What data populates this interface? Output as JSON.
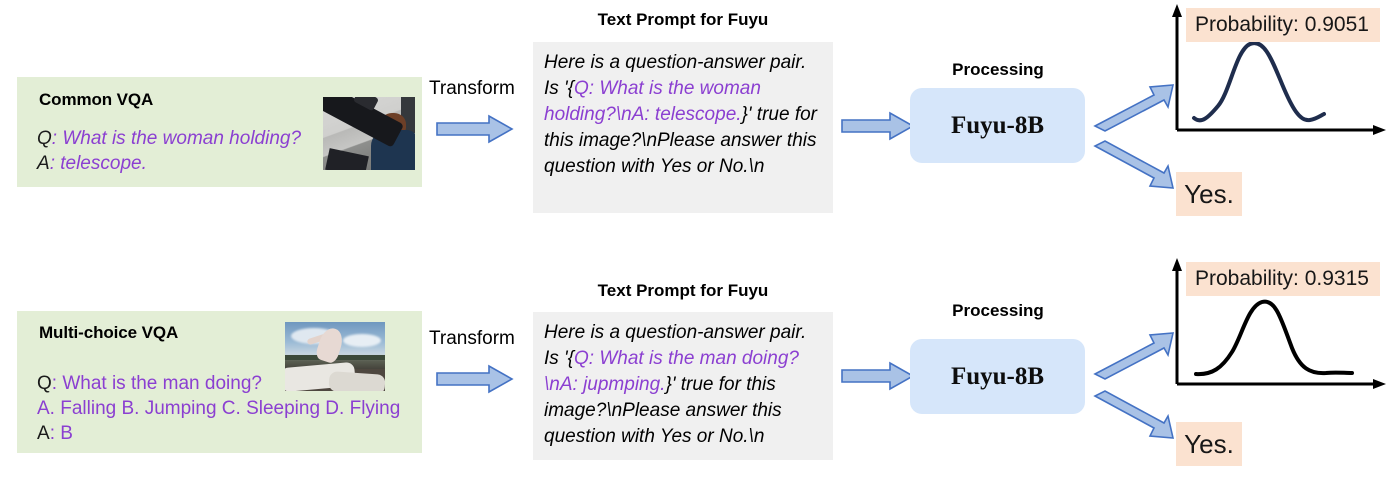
{
  "diagram": {
    "title": "Fuyu-8B VQA prompt transformation pipeline",
    "colors": {
      "sample_box_green": "#e3eed6",
      "prompt_box_grey": "#f0f0f0",
      "model_box_blue": "#d6e6fa",
      "chip_peach": "#fbe2d0",
      "accent_purple": "#8b3fd1",
      "arrow_fill": "#a9c2e6",
      "arrow_stroke": "#4472c4",
      "curve_navy": "#1f2d4d",
      "curve_black": "#000000"
    }
  },
  "rows": [
    {
      "sample": {
        "title": "Common VQA",
        "question_label": "Q",
        "question_text": ": What is the woman holding?",
        "answer_label": "A",
        "answer_text": ": telescope.",
        "thumbnail_name": "telescope-photo",
        "thumbnail_alt": "Person looking through a telescope indoors"
      },
      "transform": {
        "label": "Transform",
        "arrow_name": "transform-arrow"
      },
      "prompt": {
        "caption": "Text Prompt for Fuyu",
        "segments": [
          {
            "style": "plain",
            "text": "Here is a question-answer pair. Is '{"
          },
          {
            "style": "highlight",
            "text": "Q: What is the woman holding?\\nA: telescope."
          },
          {
            "style": "plain",
            "text": "}' true for this image?\\nPlease answer this question with Yes or No.\\n"
          }
        ],
        "full_text": "Here is a question-answer pair. Is '{Q: What is the woman holding?\\nA: telescope.}' true for this image?\\nPlease answer this question with Yes or No.\\n"
      },
      "processing": {
        "caption": "Processing",
        "model_name": "Fuyu-8B"
      },
      "outputs": {
        "probability_label": "Probability: 0.9051",
        "answer": "Yes.",
        "chart": {
          "type": "line",
          "title": "Probability: 0.9051",
          "curve_style": "symmetric-bell",
          "color": "#1f2d4d",
          "xlabel": "",
          "ylabel": "",
          "grid": false,
          "x": [
            0.0,
            0.08,
            0.17,
            0.25,
            0.33,
            0.42,
            0.5,
            0.58,
            0.67,
            0.75,
            0.83,
            0.92,
            1.0
          ],
          "y": [
            0.06,
            0.04,
            0.07,
            0.2,
            0.48,
            0.8,
            0.96,
            0.88,
            0.6,
            0.28,
            0.09,
            0.03,
            0.05
          ]
        }
      }
    },
    {
      "sample": {
        "title": "Multi-choice VQA",
        "question_label": "Q",
        "question_text": ": What is the man doing?",
        "choices_text": "A. Falling B. Jumping C. Sleeping D. Flying",
        "answer_label": "A",
        "answer_text": ": B",
        "thumbnail_name": "jumping-man-photo",
        "thumbnail_alt": "Man jumping in the air above mattresses outdoors"
      },
      "transform": {
        "label": "Transform",
        "arrow_name": "transform-arrow"
      },
      "prompt": {
        "caption": "Text Prompt for Fuyu",
        "segments": [
          {
            "style": "plain",
            "text": "Here is a question-answer pair. Is '{"
          },
          {
            "style": "highlight",
            "text": "Q: What is the man doing?\\nA: jupmping."
          },
          {
            "style": "plain",
            "text": "}' true for this image?\\nPlease answer this question with Yes or No.\\n"
          }
        ],
        "full_text": "Here is a question-answer pair. Is '{Q: What is the man doing?\\nA: jupmping.}' true for this image?\\nPlease answer this question with Yes or No.\\n"
      },
      "processing": {
        "caption": "Processing",
        "model_name": "Fuyu-8B"
      },
      "outputs": {
        "probability_label": "Probability: 0.9315",
        "answer": "Yes.",
        "chart": {
          "type": "line",
          "title": "Probability: 0.9315",
          "curve_style": "right-skewed-bell",
          "color": "#000000",
          "xlabel": "",
          "ylabel": "",
          "grid": false,
          "x": [
            0.0,
            0.08,
            0.17,
            0.25,
            0.33,
            0.42,
            0.5,
            0.58,
            0.67,
            0.75,
            0.83,
            0.92,
            1.0
          ],
          "y": [
            0.03,
            0.04,
            0.08,
            0.18,
            0.4,
            0.72,
            0.94,
            0.84,
            0.55,
            0.3,
            0.15,
            0.08,
            0.06
          ]
        }
      }
    }
  ]
}
